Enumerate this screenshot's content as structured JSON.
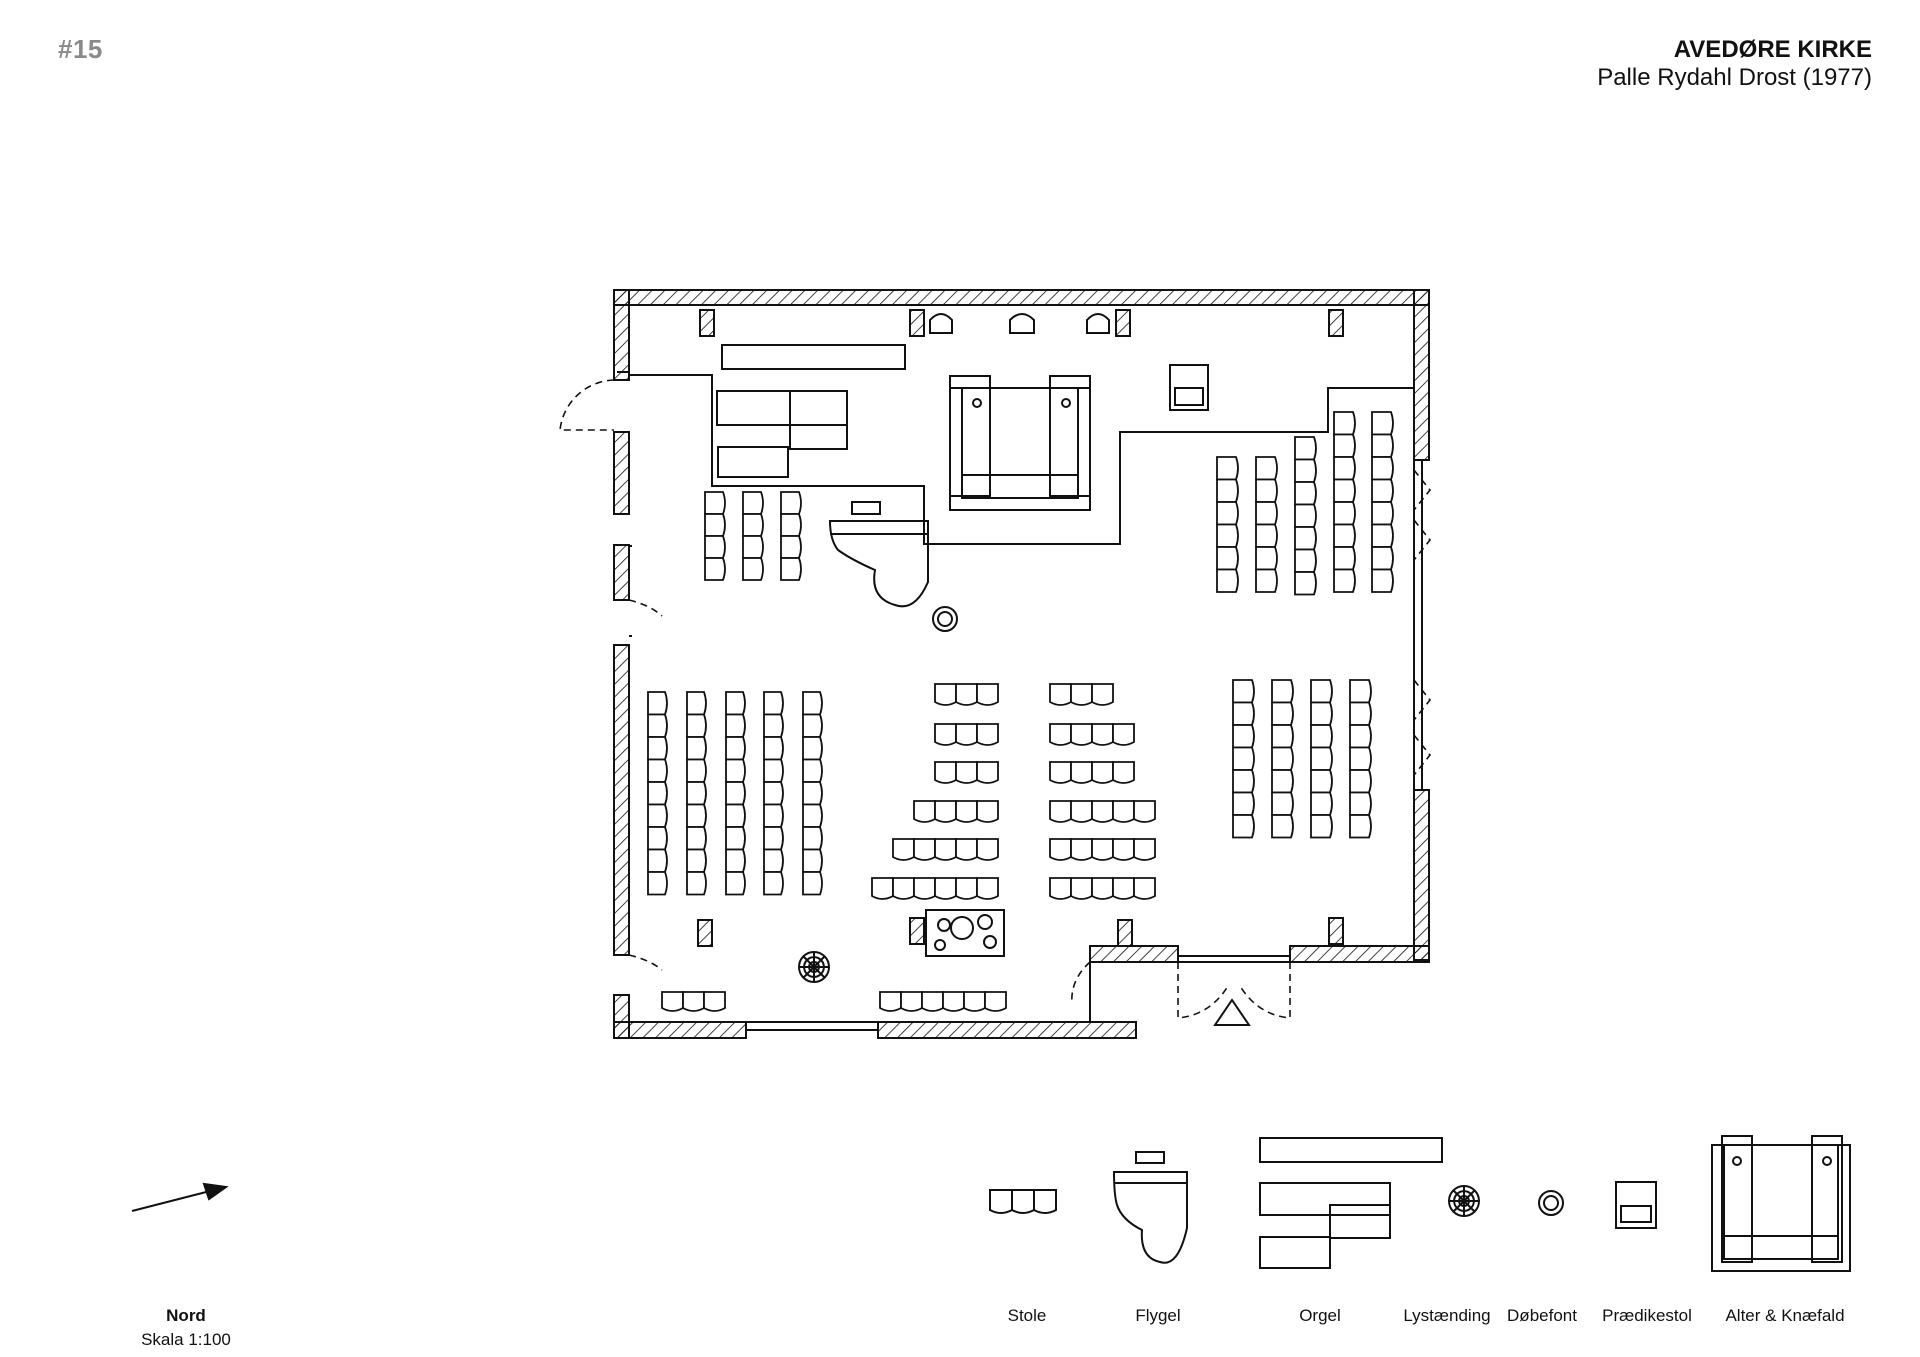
{
  "sheet_number": "#15",
  "header": {
    "title": "AVEDØRE KIRKE",
    "subtitle": "Palle Rydahl Drost (1977)"
  },
  "footer": {
    "north_label": "Nord",
    "scale_label": "Skala 1:100",
    "north_icon": "north-arrow-icon"
  },
  "legend": {
    "items": [
      {
        "label": "Stole",
        "icon": "chairs-icon"
      },
      {
        "label": "Flygel",
        "icon": "grand-piano-icon"
      },
      {
        "label": "Orgel",
        "icon": "organ-icon"
      },
      {
        "label": "Lystænding",
        "icon": "candle-stand-icon"
      },
      {
        "label": "Døbefont",
        "icon": "baptismal-font-icon"
      },
      {
        "label": "Prædikestol",
        "icon": "pulpit-icon"
      },
      {
        "label": "Alter & Knæfald",
        "icon": "altar-icon"
      }
    ]
  },
  "colors": {
    "ink": "#111111",
    "sheet_number": "#8a8a8a",
    "background": "#ffffff"
  }
}
